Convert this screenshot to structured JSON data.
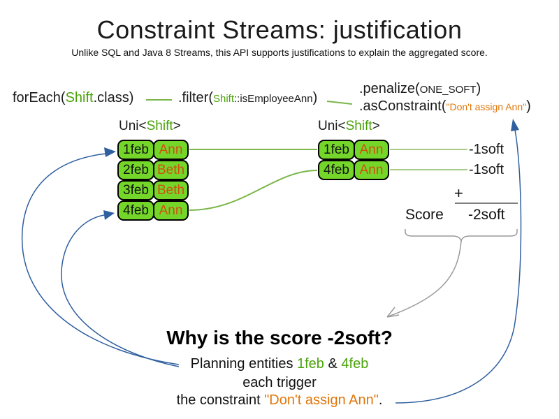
{
  "colors": {
    "green-text": "#4aa30a",
    "box-green": "#75d62a",
    "name-orange": "#cc5211",
    "code-orange": "#e0760a",
    "arrow-blue": "#2f5f9f",
    "line-green": "#7ab648",
    "line-pale-green": "#a8cc86",
    "line-gray": "#7f7f7f",
    "brace-gray": "#9a9a9a"
  },
  "header": {
    "title": "Constraint Streams: justification",
    "subtitle": "Unlike SQL and Java 8 Streams, this API supports justifications to explain the aggregated score."
  },
  "code": {
    "foreach": {
      "pre": "forEach(",
      "type": "Shift",
      "post": ".class)"
    },
    "filter": {
      "pre": ".filter(",
      "type": "Shift",
      "method": "::isEmployeeAnn",
      "post": ")"
    },
    "penalize": {
      "pre": ".penalize(",
      "arg": "ONE_SOFT",
      "post": ")"
    },
    "as_constraint": {
      "pre": ".asConstraint(",
      "arg": "\"Don't assign Ann\"",
      "post": ")"
    }
  },
  "left_stream": {
    "type_label": {
      "pre": "Uni<",
      "type": "Shift",
      "post": ">"
    },
    "rows": [
      {
        "date": "1feb",
        "employee": "Ann"
      },
      {
        "date": "2feb",
        "employee": "Beth"
      },
      {
        "date": "3feb",
        "employee": "Beth"
      },
      {
        "date": "4feb",
        "employee": "Ann"
      }
    ]
  },
  "right_stream": {
    "type_label": {
      "pre": "Uni<",
      "type": "Shift",
      "post": ">"
    },
    "rows": [
      {
        "date": "1feb",
        "employee": "Ann"
      },
      {
        "date": "4feb",
        "employee": "Ann"
      }
    ]
  },
  "scoring": {
    "match_scores": [
      "-1soft",
      "-1soft"
    ],
    "plus_sign": "+",
    "score_label": "Score",
    "total_score": "-2soft"
  },
  "explanation": {
    "heading": "Why is the score -2soft?",
    "line1": {
      "pre": "Planning entities ",
      "entity1": "1feb",
      "mid": " & ",
      "entity2": "4feb"
    },
    "line2": "each trigger",
    "line3": {
      "pre": "the constraint ",
      "constraint": "\"Don't assign Ann\"",
      "post": "."
    }
  }
}
